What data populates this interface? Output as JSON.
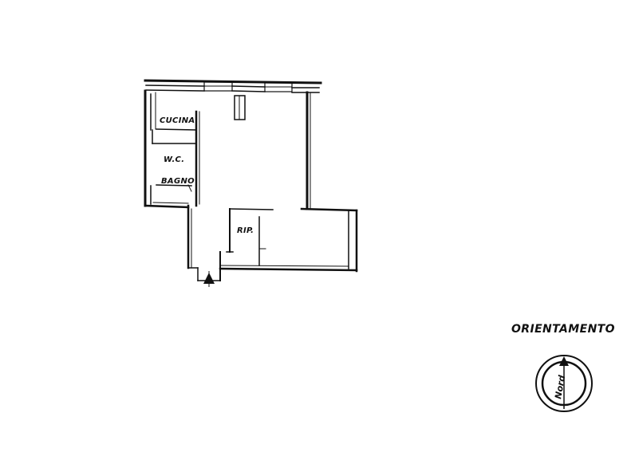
{
  "floor_plan": {
    "rooms": {
      "kitchen": "CUCINA",
      "wc_line1": "W.C.",
      "wc_line2": "BAGNO",
      "storage": "RIP."
    }
  },
  "orientation": {
    "title": "ORIENTAMENTO",
    "north_label": "Nord"
  }
}
